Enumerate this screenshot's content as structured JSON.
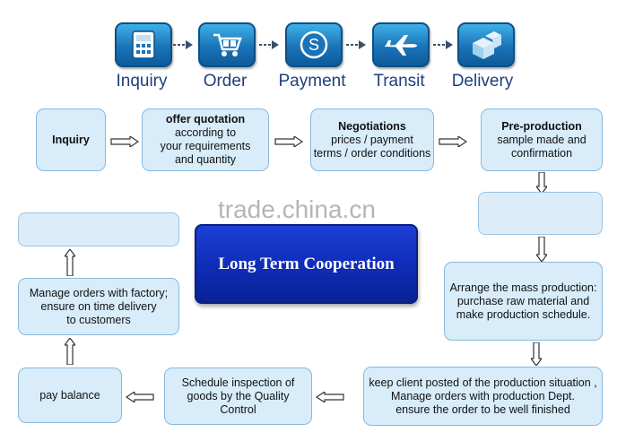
{
  "steps": [
    {
      "label": "Inquiry",
      "icon": "calculator-icon"
    },
    {
      "label": "Order",
      "icon": "shopping-cart-icon"
    },
    {
      "label": "Payment",
      "icon": "dollar-coin-icon"
    },
    {
      "label": "Transit",
      "icon": "airplane-icon"
    },
    {
      "label": "Delivery",
      "icon": "boxes-icon"
    }
  ],
  "flow": {
    "inquiry": {
      "title": "Inquiry"
    },
    "offer": {
      "title": "offer quotation",
      "line1": "according to",
      "line2": "your requirements",
      "line3": "and quantity"
    },
    "negotiations": {
      "title": "Negotiations",
      "line1": "prices / payment",
      "line2": "terms / order conditions"
    },
    "preproduction": {
      "title": "Pre-production",
      "line1": "sample made and",
      "line2": "confirmation"
    },
    "mass": {
      "line1": "Arrange the mass production:",
      "line2": "purchase raw material and",
      "line3": "make production schedule."
    },
    "posted": {
      "line1": "keep client posted of the production situation ,",
      "line2": "Manage orders with production Dept.",
      "line3": "ensure the order to be well finished"
    },
    "inspection": {
      "line1": "Schedule inspection of",
      "line2": "goods by the Quality",
      "line3": "Control"
    },
    "balance": {
      "line1": "pay balance"
    },
    "manage": {
      "line1": "Manage orders with factory;",
      "line2": "ensure on time delivery",
      "line3": "to customers"
    }
  },
  "center": {
    "label": "Long Term Cooperation"
  },
  "watermark": {
    "text": "trade.china.cn"
  },
  "colors": {
    "box_fill": "#d8ecfa",
    "box_border": "#8ab8dc",
    "center_fill": "#0f2db8",
    "step_label": "#1e3f79"
  }
}
